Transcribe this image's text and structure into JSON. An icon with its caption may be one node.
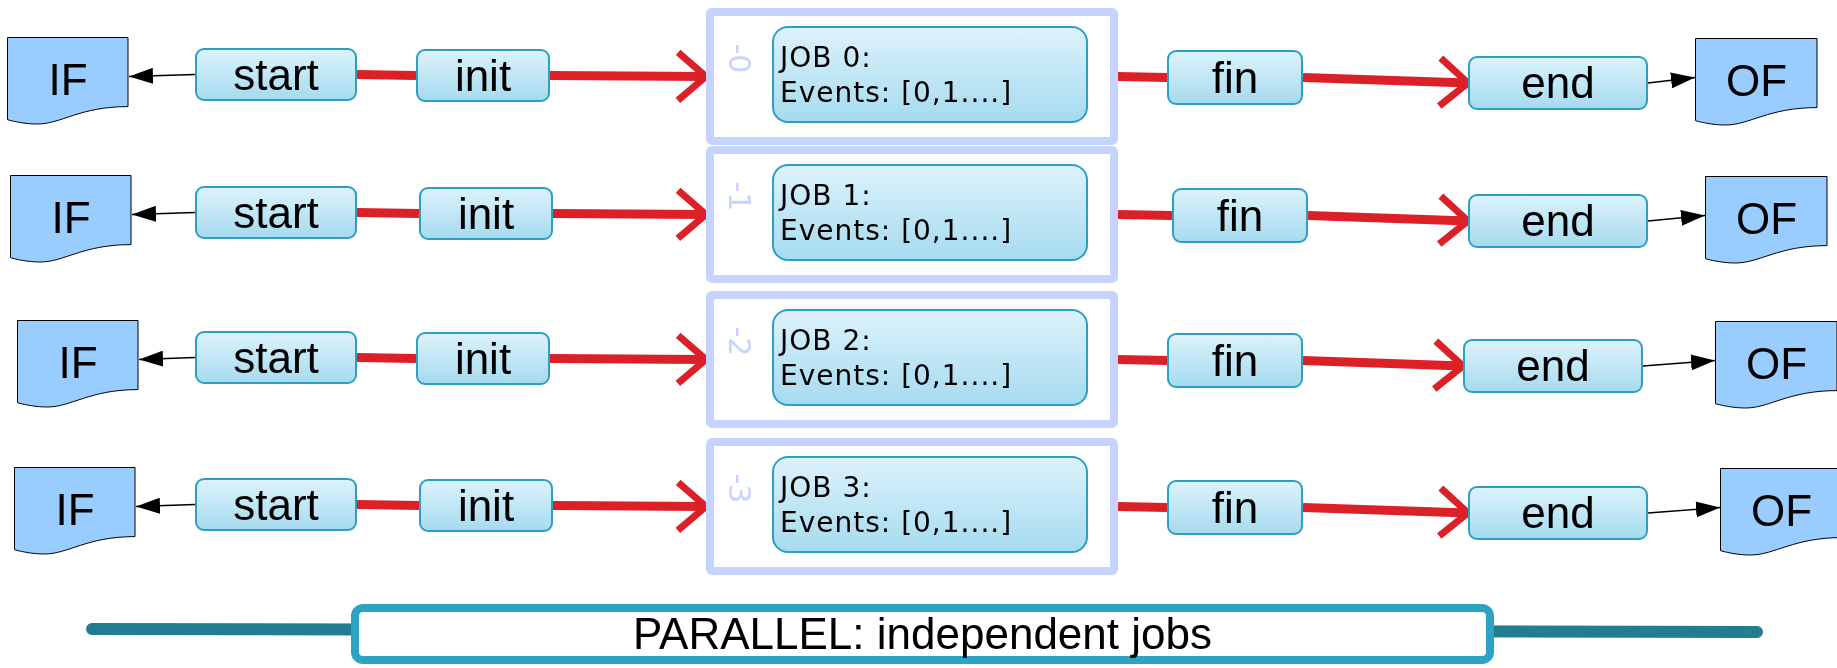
{
  "diagram": {
    "nodes": [
      {
        "text": [
          "IF"
        ]
      },
      {
        "text": [
          "start"
        ]
      },
      {
        "text": [
          "init"
        ]
      },
      {
        "text": [
          "-0"
        ]
      },
      {
        "text": [
          "JOB 0:",
          "Events: [0,1....]"
        ],
        "in": 3
      },
      {
        "text": [
          "fin"
        ]
      },
      {
        "text": [
          "end"
        ]
      },
      {
        "text": [
          "OF"
        ]
      },
      {
        "text": [
          "IF"
        ]
      },
      {
        "text": [
          "start"
        ]
      },
      {
        "text": [
          "init"
        ]
      },
      {
        "text": [
          "-1"
        ]
      },
      {
        "text": [
          "JOB 1:",
          "Events: [0,1....]"
        ],
        "in": 11
      },
      {
        "text": [
          "fin"
        ]
      },
      {
        "text": [
          "end"
        ]
      },
      {
        "text": [
          "OF"
        ]
      },
      {
        "text": [
          "IF"
        ]
      },
      {
        "text": [
          "start"
        ]
      },
      {
        "text": [
          "init"
        ]
      },
      {
        "text": [
          "-2"
        ]
      },
      {
        "text": [
          "JOB 2:",
          "Events: [0,1....]"
        ],
        "in": 19
      },
      {
        "text": [
          "fin"
        ]
      },
      {
        "text": [
          "end"
        ]
      },
      {
        "text": [
          "OF"
        ]
      },
      {
        "text": [
          "IF"
        ]
      },
      {
        "text": [
          "start"
        ]
      },
      {
        "text": [
          "init"
        ]
      },
      {
        "text": [
          "-3"
        ]
      },
      {
        "text": [
          "JOB 3:",
          "Events: [0,1....]"
        ],
        "in": 27
      },
      {
        "text": [
          "fin"
        ]
      },
      {
        "text": [
          "end"
        ]
      },
      {
        "text": [
          "OF"
        ]
      },
      {
        "text": [
          "PARALLEL: independent jobs"
        ]
      }
    ],
    "edges": [
      {
        "from": 1,
        "to": 0,
        "arrow": "to",
        "color": "#000000"
      },
      {
        "from": 1,
        "to": 2,
        "arrow": "none"
      },
      {
        "from": 2,
        "to": 3,
        "arrow": "to"
      },
      {
        "from": 3,
        "to": 5,
        "arrow": "none"
      },
      {
        "from": 5,
        "to": 6,
        "arrow": "to"
      },
      {
        "from": 6,
        "to": 7,
        "arrow": "to",
        "color": "#000000"
      },
      {
        "from": 9,
        "to": 8,
        "arrow": "to",
        "color": "#000000"
      },
      {
        "from": 9,
        "to": 10,
        "arrow": "none"
      },
      {
        "from": 10,
        "to": 11,
        "arrow": "to"
      },
      {
        "from": 11,
        "to": 13,
        "arrow": "none"
      },
      {
        "from": 13,
        "to": 14,
        "arrow": "to"
      },
      {
        "from": 14,
        "to": 15,
        "arrow": "to",
        "color": "#000000"
      },
      {
        "from": 17,
        "to": 16,
        "arrow": "to",
        "color": "#000000"
      },
      {
        "from": 17,
        "to": 18,
        "arrow": "none"
      },
      {
        "from": 18,
        "to": 19,
        "arrow": "to"
      },
      {
        "from": 19,
        "to": 21,
        "arrow": "none"
      },
      {
        "from": 21,
        "to": 22,
        "arrow": "to"
      },
      {
        "from": 22,
        "to": 23,
        "arrow": "to",
        "color": "#000000"
      },
      {
        "from": 25,
        "to": 24,
        "arrow": "to",
        "color": "#000000"
      },
      {
        "from": 25,
        "to": 26,
        "arrow": "none"
      },
      {
        "from": 26,
        "to": 27,
        "arrow": "to"
      },
      {
        "from": 27,
        "to": 29,
        "arrow": "none"
      },
      {
        "from": 29,
        "to": 30,
        "arrow": "to"
      },
      {
        "from": 30,
        "to": 31,
        "arrow": "to",
        "color": "#000000"
      }
    ]
  }
}
